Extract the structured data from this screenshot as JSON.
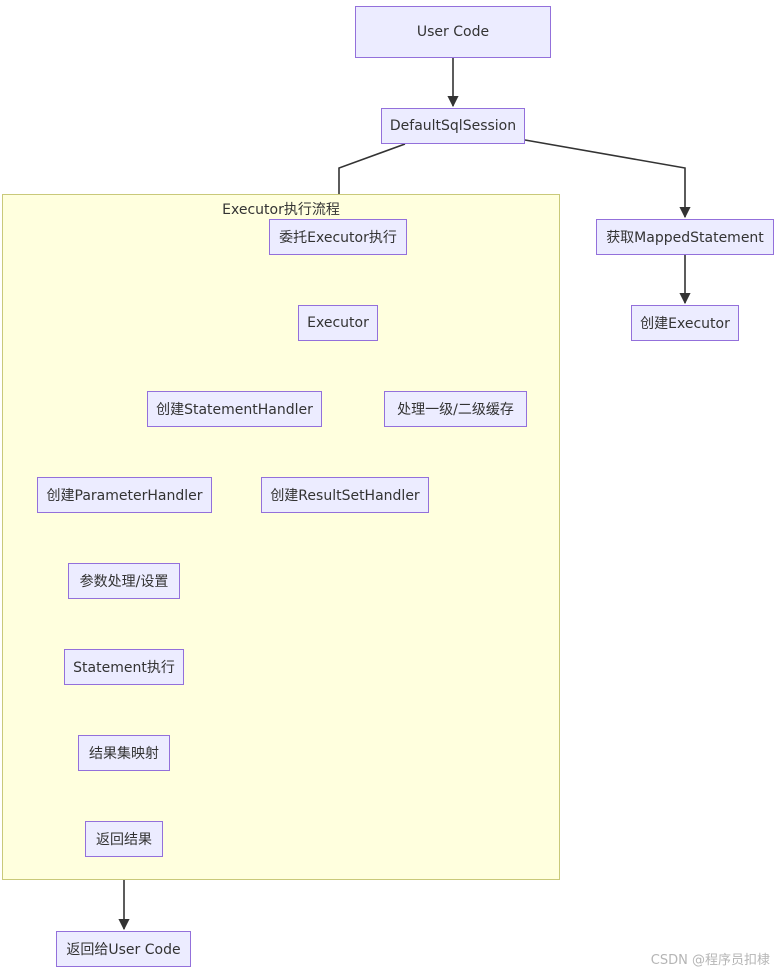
{
  "subgraph": {
    "title": "Executor执行流程"
  },
  "nodes": {
    "user_code": "User Code",
    "default_sql_session": "DefaultSqlSession",
    "get_mapped_statement": "获取MappedStatement",
    "create_executor": "创建Executor",
    "delegate_executor": "委托Executor执行",
    "executor": "Executor",
    "create_statement_handler": "创建StatementHandler",
    "cache_handling": "处理一级/二级缓存",
    "create_parameter_handler": "创建ParameterHandler",
    "create_resultset_handler": "创建ResultSetHandler",
    "param_processing": "参数处理/设置",
    "statement_execute": "Statement执行",
    "resultset_mapping": "结果集映射",
    "return_result": "返回结果",
    "return_to_user": "返回给User Code"
  },
  "watermark": "CSDN @程序员扣棣",
  "colors": {
    "node_fill": "#ececff",
    "node_border": "#9370db",
    "subgraph_fill": "#ffffde",
    "subgraph_border": "#c9c97a",
    "edge": "#333333"
  }
}
